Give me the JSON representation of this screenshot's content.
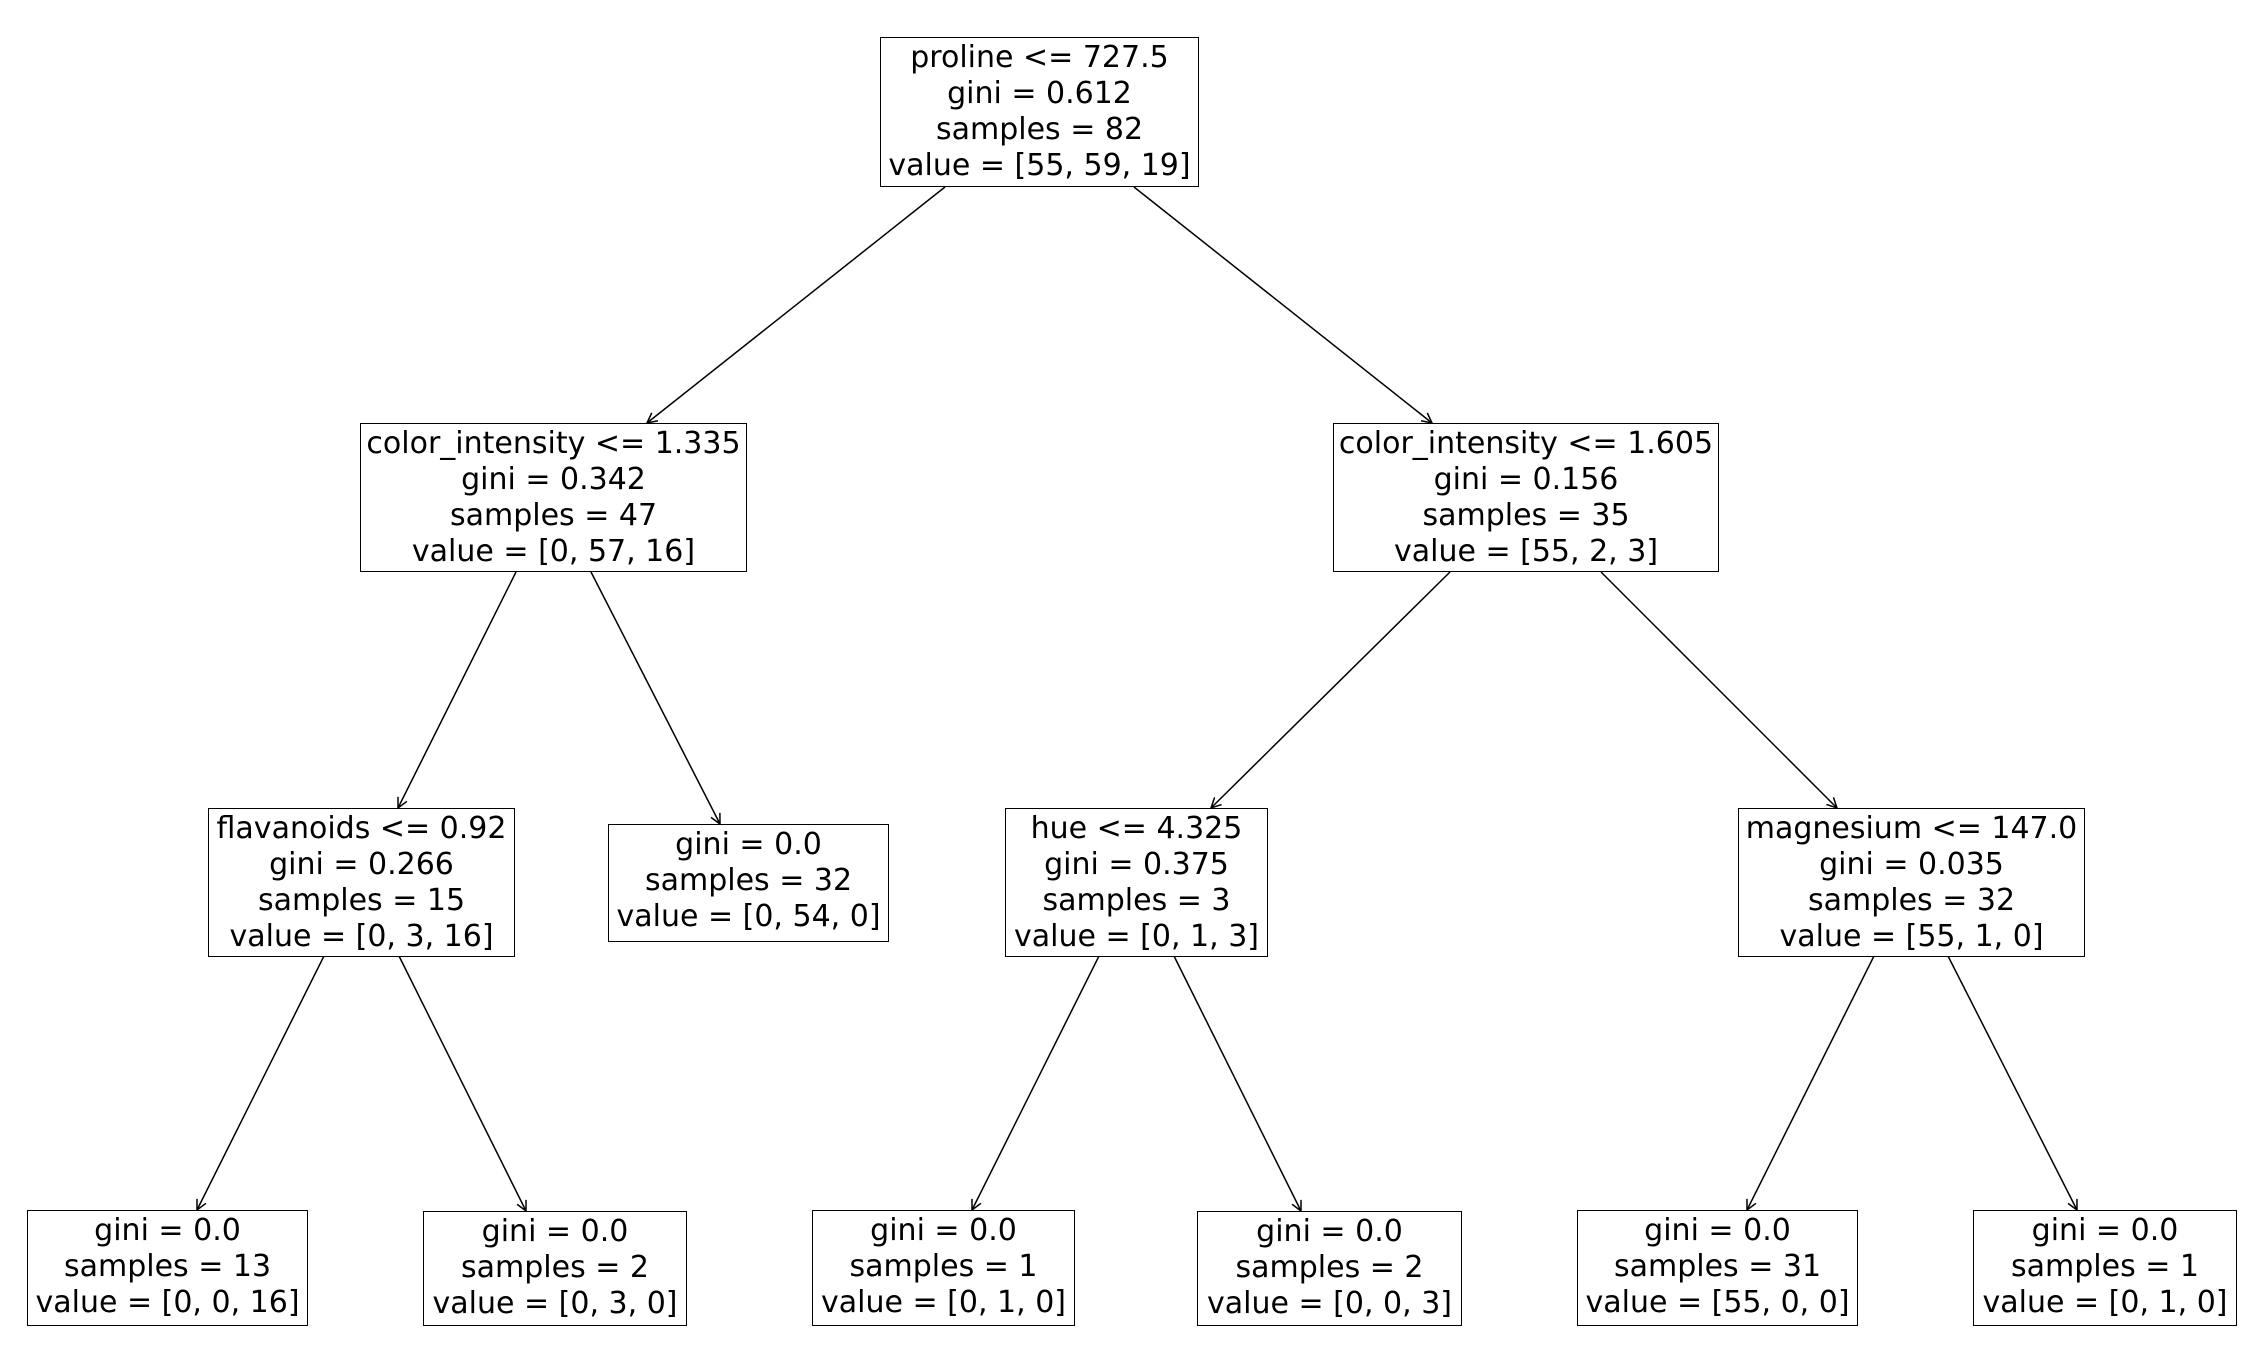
{
  "figure": {
    "kind": "decision-tree-plot",
    "background_color": "#ffffff",
    "box_border_color": "#000000",
    "text_color": "#000000",
    "arrow_color": "#000000"
  },
  "tree": {
    "nodes": {
      "root": {
        "lines": [
          "proline <= 727.5",
          "gini = 0.612",
          "samples = 82",
          "value = [55, 59, 19]"
        ],
        "children": [
          "ci_1335",
          "ci_1605"
        ]
      },
      "ci_1335": {
        "lines": [
          "color_intensity <= 1.335",
          "gini = 0.342",
          "samples = 47",
          "value = [0, 57, 16]"
        ],
        "children": [
          "flavanoids",
          "mid_leaf"
        ]
      },
      "ci_1605": {
        "lines": [
          "color_intensity <= 1.605",
          "gini = 0.156",
          "samples = 35",
          "value = [55, 2, 3]"
        ],
        "children": [
          "hue",
          "magnesium"
        ]
      },
      "flavanoids": {
        "lines": [
          "flavanoids <= 0.92",
          "gini = 0.266",
          "samples = 15",
          "value = [0, 3, 16]"
        ],
        "children": [
          "leaf1",
          "leaf2"
        ]
      },
      "mid_leaf": {
        "lines": [
          "gini = 0.0",
          "samples = 32",
          "value = [0, 54, 0]"
        ],
        "children": []
      },
      "hue": {
        "lines": [
          "hue <= 4.325",
          "gini = 0.375",
          "samples = 3",
          "value = [0, 1, 3]"
        ],
        "children": [
          "leaf3",
          "leaf4"
        ]
      },
      "magnesium": {
        "lines": [
          "magnesium <= 147.0",
          "gini = 0.035",
          "samples = 32",
          "value = [55, 1, 0]"
        ],
        "children": [
          "leaf5",
          "leaf6"
        ]
      },
      "leaf1": {
        "lines": [
          "gini = 0.0",
          "samples = 13",
          "value = [0, 0, 16]"
        ],
        "children": []
      },
      "leaf2": {
        "lines": [
          "gini = 0.0",
          "samples = 2",
          "value = [0, 3, 0]"
        ],
        "children": []
      },
      "leaf3": {
        "lines": [
          "gini = 0.0",
          "samples = 1",
          "value = [0, 1, 0]"
        ],
        "children": []
      },
      "leaf4": {
        "lines": [
          "gini = 0.0",
          "samples = 2",
          "value = [0, 0, 3]"
        ],
        "children": []
      },
      "leaf5": {
        "lines": [
          "gini = 0.0",
          "samples = 31",
          "value = [55, 0, 0]"
        ],
        "children": []
      },
      "leaf6": {
        "lines": [
          "gini = 0.0",
          "samples = 1",
          "value = [0, 1, 0]"
        ],
        "children": []
      }
    }
  }
}
